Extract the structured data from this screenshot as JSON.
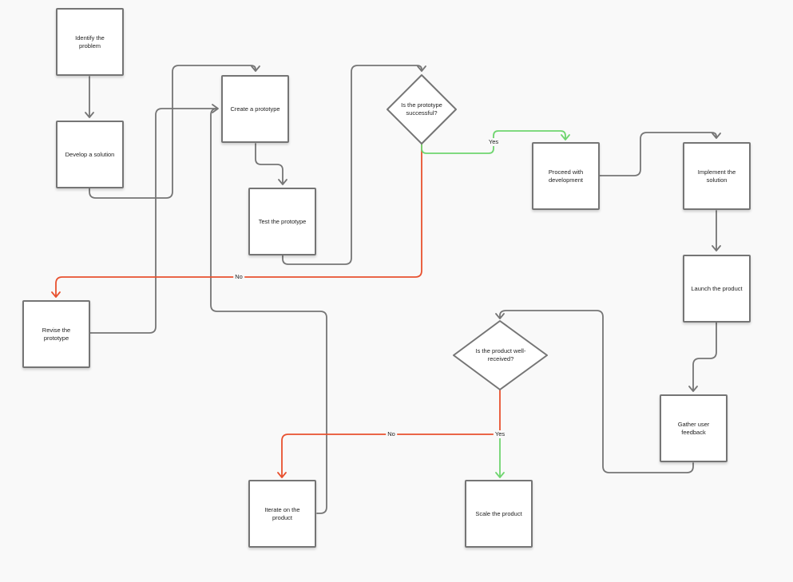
{
  "colors": {
    "background": "#f9f9f9",
    "connector_default": "#757575",
    "connector_no": "#e8512f",
    "connector_yes": "#6fd56f",
    "node_border": "#757575",
    "node_fill": "#ffffff"
  },
  "nodes": {
    "identify": "Identify the problem",
    "develop": "Develop a solution",
    "create": "Create a prototype",
    "test": "Test the prototype",
    "decision_prototype": "Is the prototype successful?",
    "proceed": "Proceed with development",
    "implement": "Implement the solution",
    "launch": "Launch the product",
    "revise": "Revise the prototype",
    "feedback": "Gather user feedback",
    "decision_product": "Is the product well-received?",
    "iterate": "Iterate on the product",
    "scale": "Scale the product"
  },
  "edge_labels": {
    "proto_yes": "Yes",
    "proto_no": "No",
    "product_no": "No",
    "product_yes": "Yes"
  }
}
